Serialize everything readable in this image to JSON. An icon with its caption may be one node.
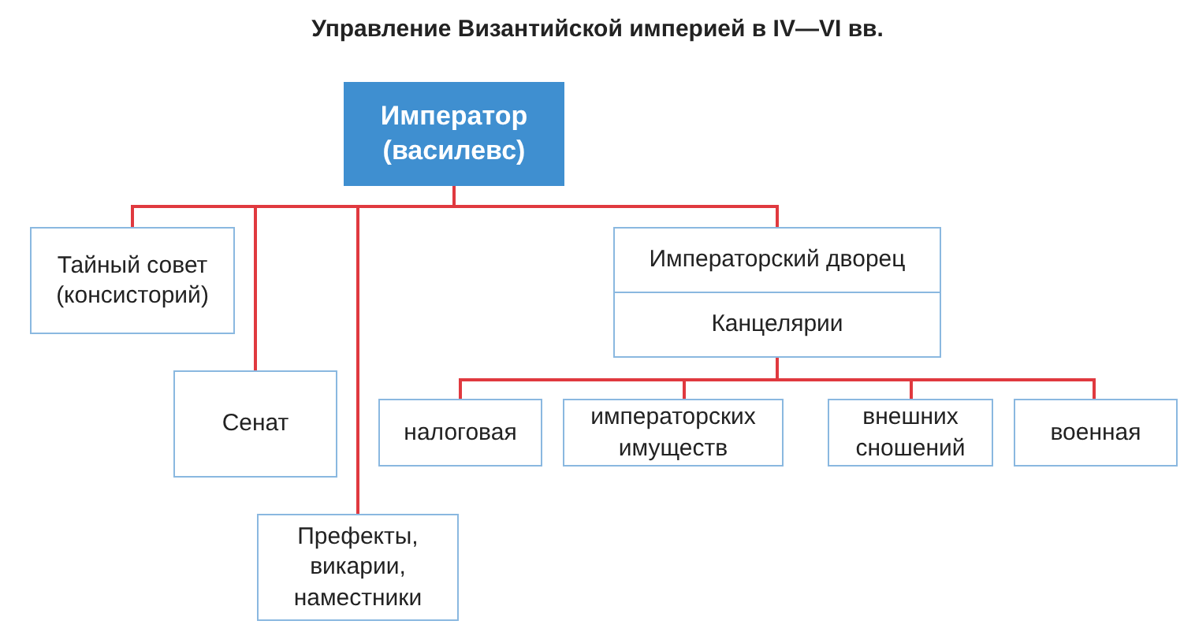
{
  "diagram": {
    "title": "Управление Византийской империей в IV—VI вв.",
    "nodes": [
      {
        "text": [
          "Император (василевс)"
        ]
      },
      {
        "text": [
          "Тайный совет (консисторий)"
        ]
      },
      {
        "text": [
          "Сенат"
        ]
      },
      {
        "text": [
          "Префекты, викарии, наместники"
        ]
      },
      {
        "text": [
          "Императорский дворец"
        ]
      },
      {
        "text": [
          "Канцелярии"
        ]
      },
      {
        "text": [
          "налоговая"
        ]
      },
      {
        "text": [
          "императорских имуществ"
        ]
      },
      {
        "text": [
          "внешних сношений"
        ]
      },
      {
        "text": [
          "военная"
        ]
      }
    ],
    "edges": [
      {
        "from": 0,
        "to": 1,
        "arrow": "none"
      },
      {
        "from": 0,
        "to": 2,
        "arrow": "none"
      },
      {
        "from": 0,
        "to": 3,
        "arrow": "none"
      },
      {
        "from": 0,
        "to": 4,
        "arrow": "none"
      },
      {
        "from": 5,
        "to": 6,
        "arrow": "none"
      },
      {
        "from": 5,
        "to": 7,
        "arrow": "none"
      },
      {
        "from": 5,
        "to": 8,
        "arrow": "none"
      },
      {
        "from": 5,
        "to": 9,
        "arrow": "none"
      }
    ]
  }
}
